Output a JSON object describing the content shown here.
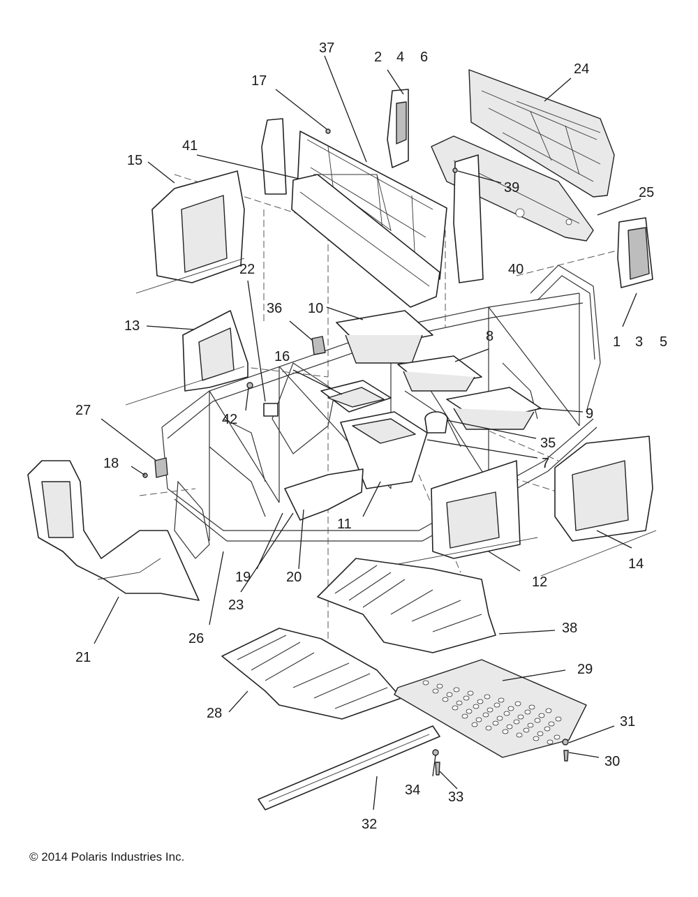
{
  "copyright": "© 2014 Polaris Industries Inc.",
  "callouts": {
    "c1": "1",
    "c2": "2",
    "c3": "3",
    "c4": "4",
    "c5": "5",
    "c6": "6",
    "c7": "7",
    "c8": "8",
    "c9": "9",
    "c10": "10",
    "c11": "11",
    "c12": "12",
    "c13": "13",
    "c14": "14",
    "c15": "15",
    "c16": "16",
    "c17": "17",
    "c18": "18",
    "c19": "19",
    "c20": "20",
    "c21": "21",
    "c22": "22",
    "c23": "23",
    "c24": "24",
    "c25": "25",
    "c26": "26",
    "c27": "27",
    "c28": "28",
    "c29": "29",
    "c30": "30",
    "c31": "31",
    "c32": "32",
    "c33": "33",
    "c34": "34",
    "c35": "35",
    "c36": "36",
    "c37": "37",
    "c38": "38",
    "c39": "39",
    "c40": "40",
    "c41": "41",
    "c42": "42"
  }
}
